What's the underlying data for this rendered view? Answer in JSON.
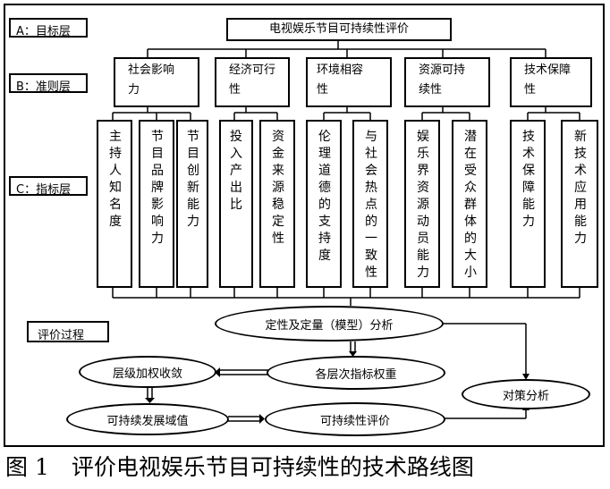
{
  "layers": {
    "goal": "A：目标层",
    "criteria": "B：准则层",
    "indicator": "C：指标层",
    "process": "评价过程"
  },
  "goal_title": "电视娱乐节目可持续性评价",
  "criteria": [
    {
      "line1": "社会影响",
      "line2": "力"
    },
    {
      "line1": "经济可行",
      "line2": "性"
    },
    {
      "line1": "环境相容",
      "line2": "性"
    },
    {
      "line1": "资源可持",
      "line2": "续性"
    },
    {
      "line1": "技术保障",
      "line2": "性"
    }
  ],
  "indicators": [
    "主持人知名度",
    "节目品牌影响力",
    "节目创新能力",
    "投入产出比",
    "资金来源稳定性",
    "伦理道德的支持度",
    "与社会热点的一致性",
    "娱乐界资源动员能力",
    "潜在受众群体的大小",
    "技术保障能力",
    "新技术应用能力"
  ],
  "process": {
    "analysis": "定性及定量（模型）分析",
    "weights": "各层次指标权重",
    "aggregate": "层级加权收敛",
    "threshold": "可持续发展域值",
    "evaluation": "可持续性评价",
    "countermeasure": "对策分析"
  },
  "caption": "图 1　评价电视娱乐节目可持续性的技术路线图"
}
